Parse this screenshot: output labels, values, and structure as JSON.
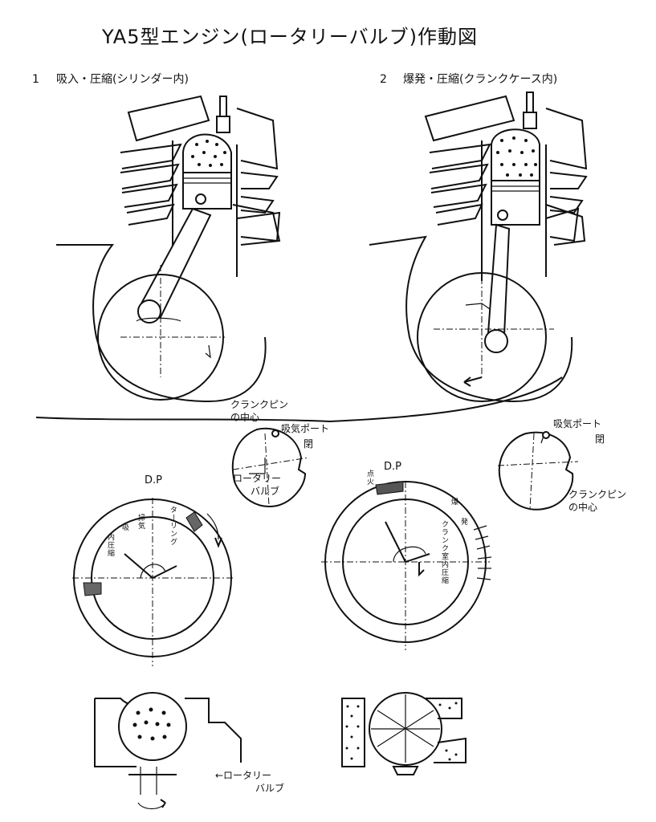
{
  "title": "YA5型エンジン(ロータリーバルブ)作動図",
  "figure1": {
    "number": "1",
    "caption": "吸入・圧縮(シリンダー内)",
    "dp_label": "D.P",
    "labels": {
      "crankpin_center": [
        "クランクピン",
        "の中心"
      ],
      "intake_port": "吸気ポート",
      "closed": "閉",
      "rotary_valve": [
        "ロータリー",
        "バルブ"
      ],
      "timing_arc": [
        "掃",
        "気",
        "吸",
        "内",
        "圧",
        "縮",
        "タ",
        "ー",
        "リ",
        "ン",
        "グ"
      ],
      "bottom_valve": [
        "←ロータリー",
        "バルブ"
      ]
    }
  },
  "figure2": {
    "number": "2",
    "caption": "爆発・圧縮(クランクケース内)",
    "dp_label": "D.P",
    "labels": {
      "intake_port": "吸気ポート",
      "closed": "閉",
      "crankpin_center": [
        "クランクピン",
        "の中心"
      ],
      "ignition": [
        "点",
        "火"
      ],
      "explosion": [
        "爆",
        "発"
      ],
      "crankcase_compression": [
        "ク",
        "ラ",
        "ン",
        "ク",
        "室",
        "内",
        "圧",
        "縮"
      ]
    }
  },
  "icons": {
    "rotation_arrow": "curved-arrow-icon",
    "spark_plug": "spark-plug-icon"
  }
}
